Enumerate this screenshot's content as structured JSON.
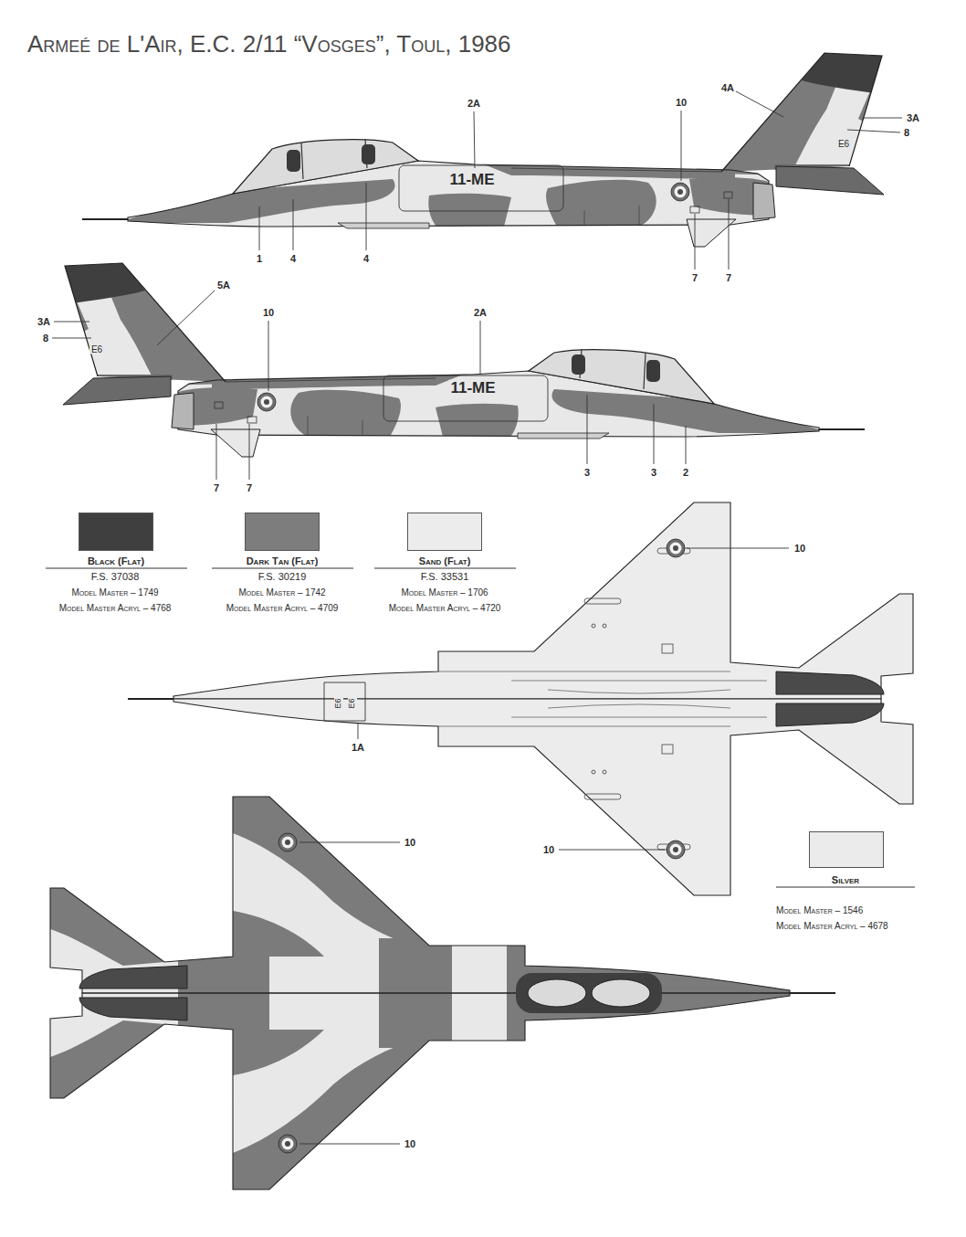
{
  "diagram": {
    "title": "Armeé de L'Air, E.C. 2/11 “Vosges”, Toul, 1986",
    "labels": [
      "2A",
      "10",
      "4A",
      "3A",
      "8",
      "11-ME",
      "E6",
      "1",
      "4",
      "4",
      "7",
      "7",
      "5A",
      "3A",
      "8",
      "E6",
      "10",
      "2A",
      "11-ME",
      "3",
      "3",
      "2",
      "7",
      "7",
      "F.S. 37038",
      "Model Master – 1749",
      "Model Master Acryl – 4768",
      "F.S. 30219",
      "Model Master – 1742",
      "Model Master Acryl – 4709",
      "F.S. 33531",
      "Model Master – 1706",
      "Model Master Acryl – 4720",
      "10",
      "E6",
      "E6",
      "1A",
      "10",
      "Model Master – 1546",
      "Model Master Acryl – 4678",
      "10",
      "10"
    ],
    "legend": [
      {
        "text": "Black (Flat)",
        "color": "#3f3f3f"
      },
      {
        "text": "Dark Tan (Flat)",
        "color": "#7d7d7d"
      },
      {
        "text": "Sand (Flat)",
        "color": "#ececec"
      },
      {
        "text": "Silver",
        "color": "#ebebeb"
      }
    ]
  }
}
